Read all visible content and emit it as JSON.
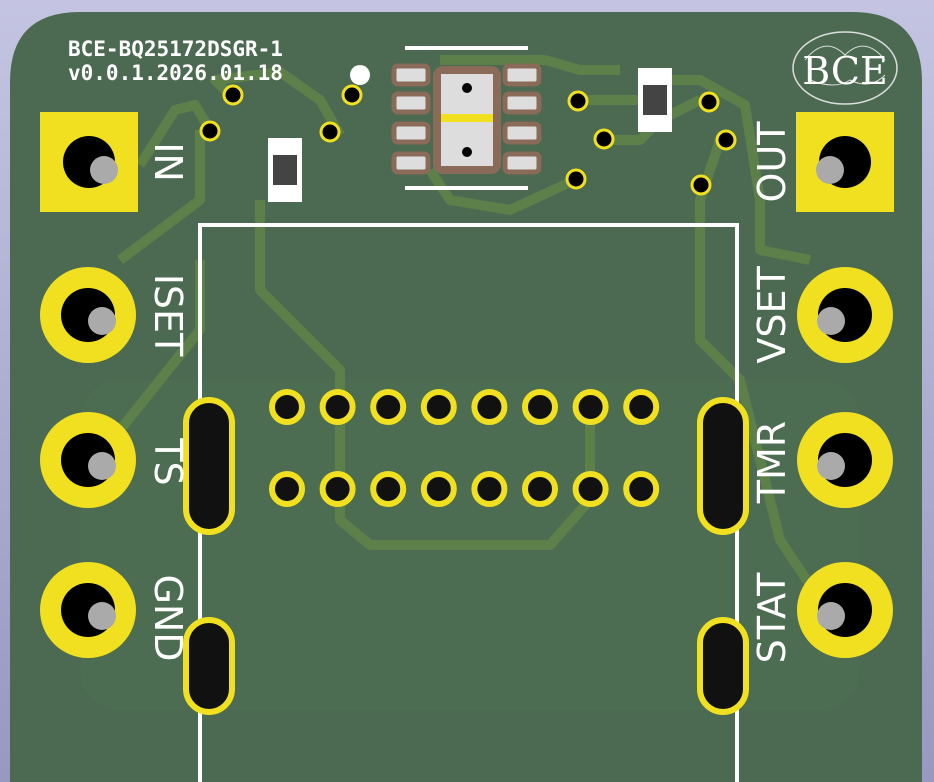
{
  "board": {
    "title": "BCE-BQ25172DSGR-1",
    "version": "v0.0.1.2026.01.18",
    "logo": "BCE",
    "colors": {
      "board": "#4a6a50",
      "pad": "#f0e020",
      "trace": "#5e8048",
      "silk": "#ffffff"
    }
  },
  "pins_left": [
    "IN",
    "ISET",
    "TS",
    "GND"
  ],
  "pins_right": [
    "OUT",
    "VSET",
    "TMR",
    "STAT"
  ]
}
